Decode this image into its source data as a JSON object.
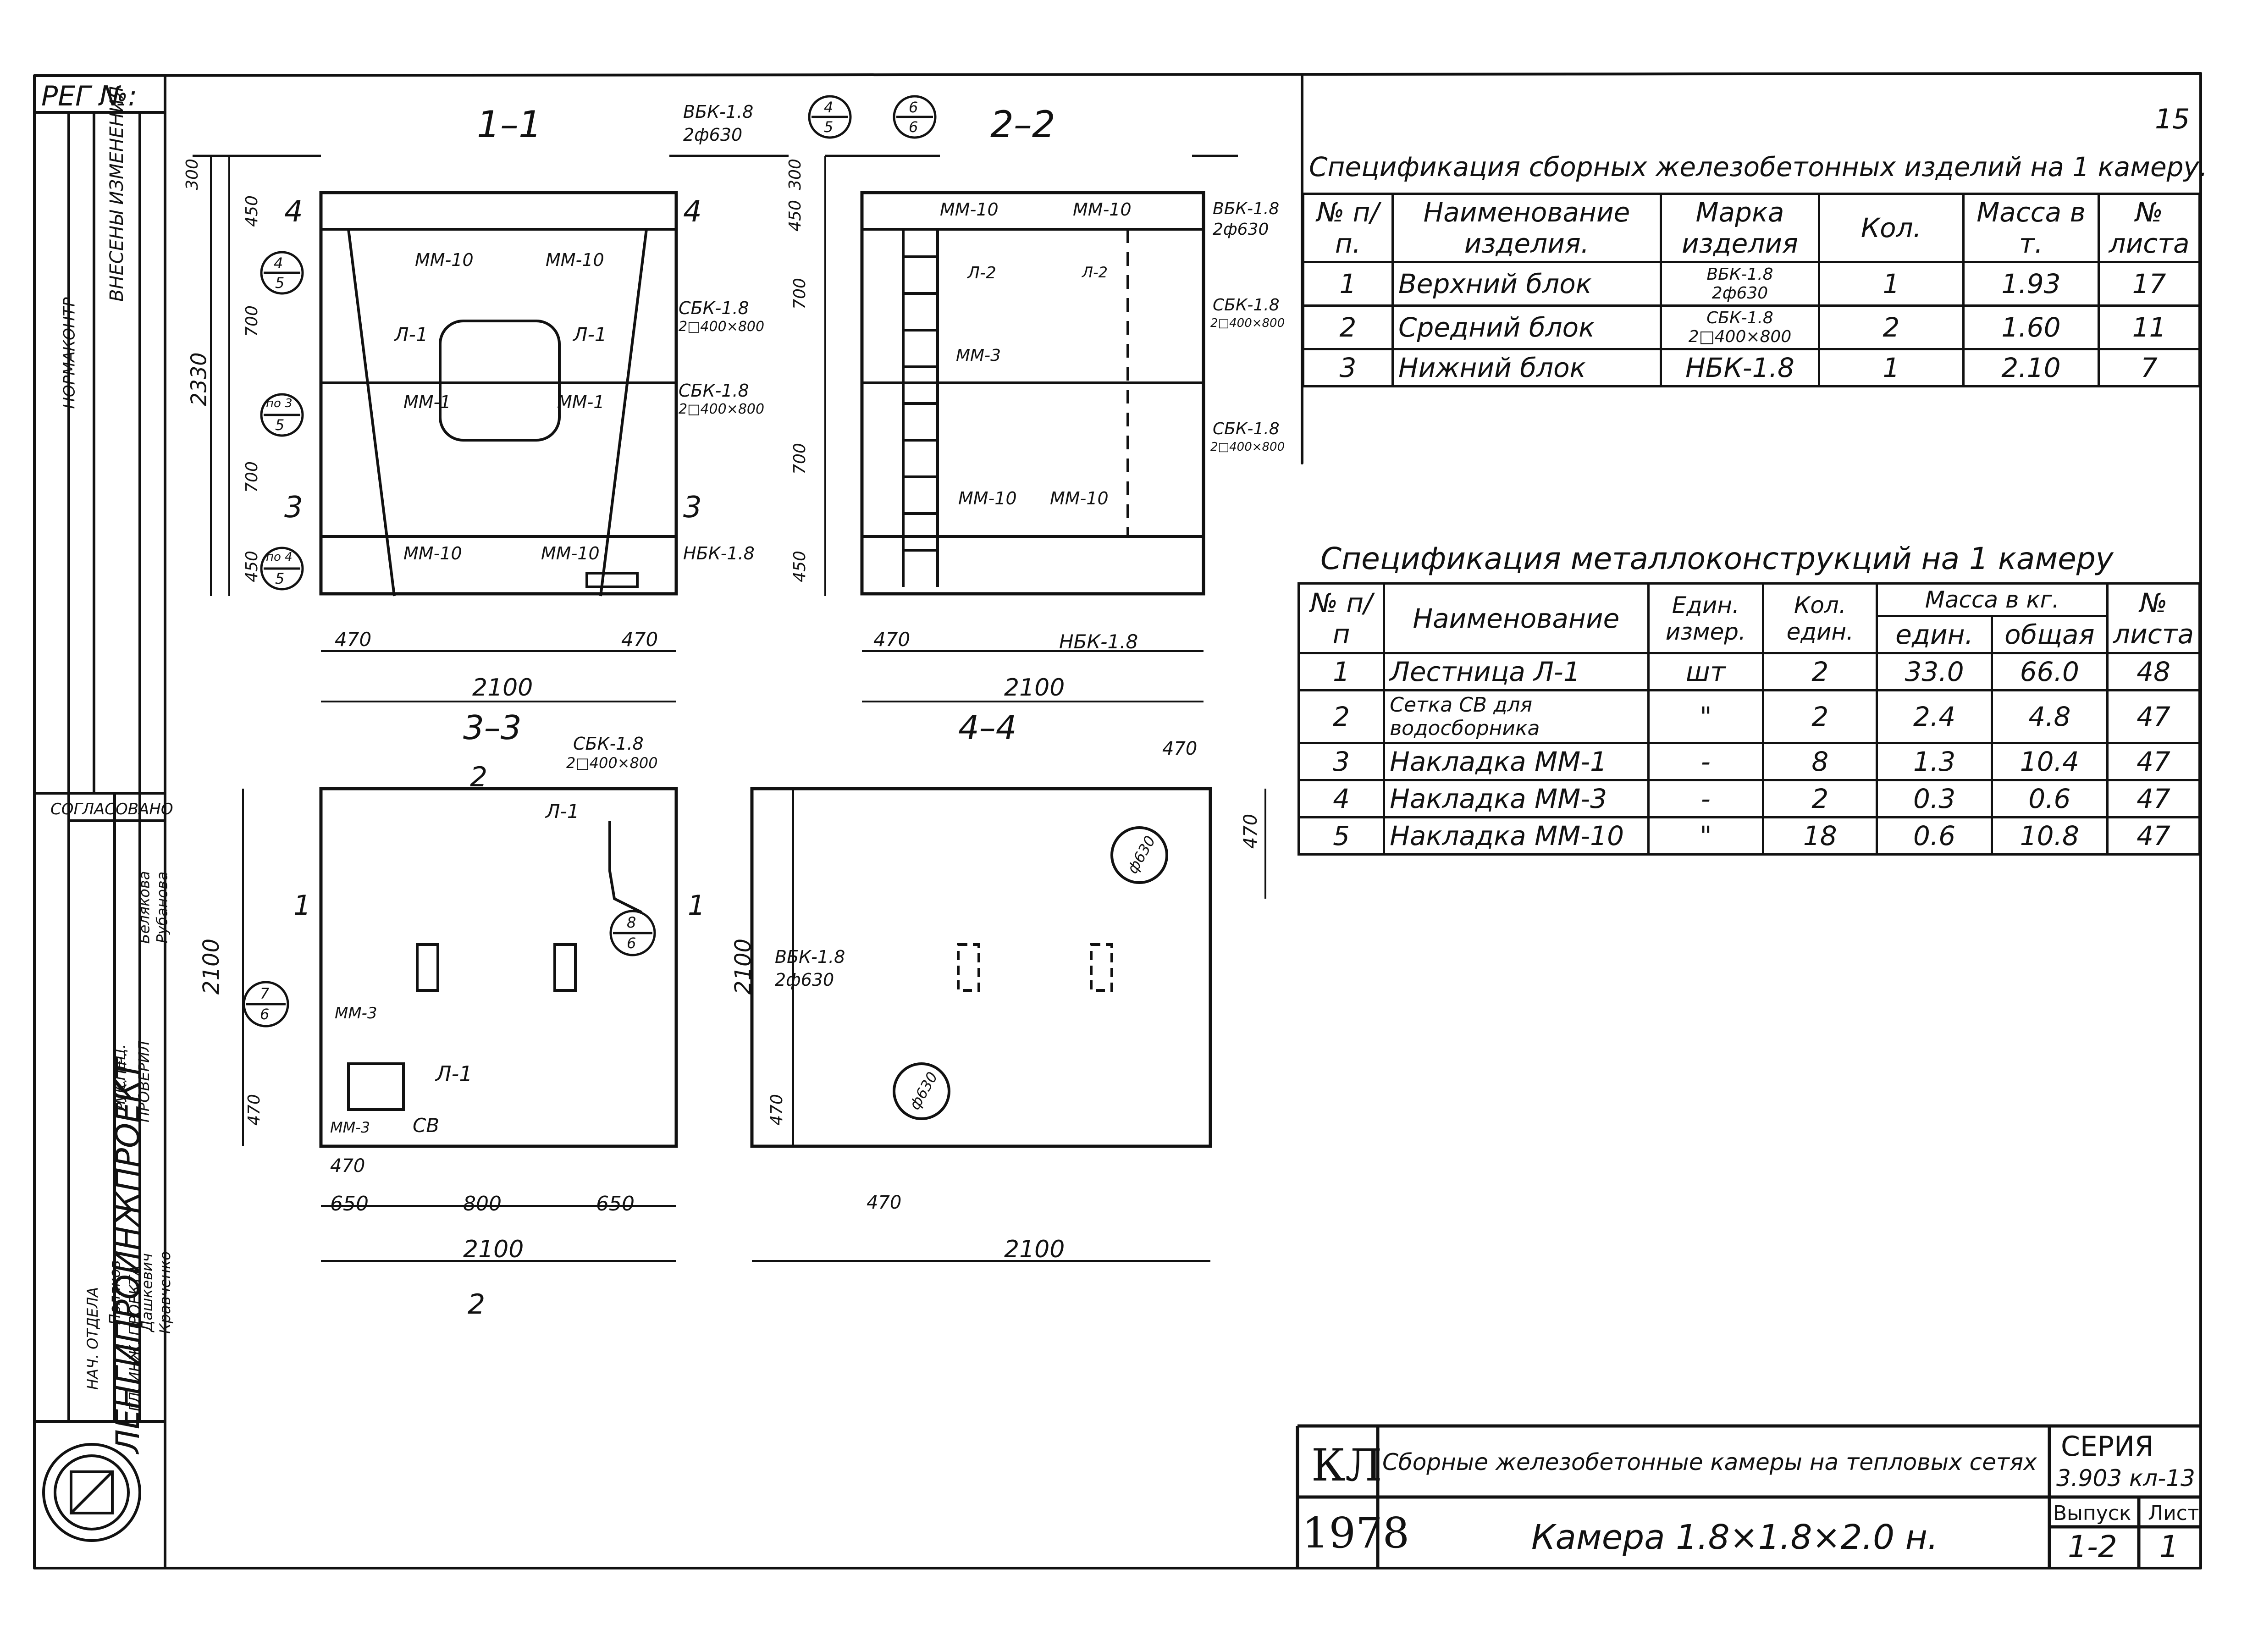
{
  "sheet": {
    "reg_label": "РЕГ №:",
    "sheet_num": "15",
    "left_stamp": {
      "org": "ЛЕНГИПРОИНЖПРОЕКТ",
      "approved": "СОГЛАСОВАНО",
      "normcontrol": "НОРМАКОНТР",
      "changes": "ВНЕСЕНЫ ИЗМЕНЕНИЯ",
      "rows": [
        "НАЧ. ОТДЕЛА",
        "ГЛ. ИНЖ. ПРОЕКТА",
        "ГЛ. СПЕЦ.",
        "РУК. ГР.",
        "ПРОВЕРИЛ"
      ],
      "names": [
        "Поляков",
        "Дашкевич",
        "Кравченко",
        "Белякова",
        "Рубанова"
      ]
    }
  },
  "views": {
    "s11": {
      "title": "1–1",
      "labels": {
        "vbk_a": "ВБК-1.8",
        "vbk_b": "2ф630",
        "sbk1_a": "СБК-1.8",
        "sbk1_b": "2□400×800",
        "sbk2_a": "СБК-1.8",
        "sbk2_b": "2□400×800",
        "nbk": "НБК-1.8",
        "mm10_1": "ММ-10",
        "mm10_2": "ММ-10",
        "mm10_3": "ММ-10",
        "mm10_4": "ММ-10",
        "mm1_1": "ММ-1",
        "mm1_2": "ММ-1",
        "l1_a": "Л-1",
        "l1_b": "Л-1",
        "cut4": "4",
        "cut4r": "4",
        "cut3": "3",
        "cut3r": "3"
      },
      "callouts": {
        "c1": [
          "4",
          "5"
        ],
        "c2": [
          "по 3",
          "5"
        ],
        "c3": [
          "по 4",
          "5"
        ]
      },
      "dims": {
        "d300": "300",
        "d450a": "450",
        "d700a": "700",
        "d700b": "700",
        "d450b": "450",
        "total": "2330",
        "w470a": "470",
        "w470b": "470",
        "w2100": "2100"
      }
    },
    "s22": {
      "title": "2–2",
      "callouts": {
        "c1": [
          "4",
          "5"
        ],
        "c2": [
          "6",
          "6"
        ]
      },
      "labels": {
        "mm10_1": "ММ-10",
        "mm10_2": "ММ-10",
        "mm10_3": "ММ-10",
        "mm10_4": "ММ-10",
        "l2": "Л-2",
        "l2b": "Л-2",
        "mm3": "ММ-3",
        "vbk_a": "ВБК-1.8",
        "vbk_b": "2ф630",
        "sbk1_a": "СБК-1.8",
        "sbk1_b": "2□400×800",
        "sbk2_a": "СБК-1.8",
        "sbk2_b": "2□400×800",
        "nbk": "НБК-1.8"
      },
      "dims": {
        "d300": "300",
        "d450a": "450",
        "d700a": "700",
        "d700b": "700",
        "d450b": "450",
        "w470": "470",
        "w2100": "2100"
      }
    },
    "s33": {
      "title": "3–3",
      "labels": {
        "sbk_a": "СБК-1.8",
        "sbk_b": "2□400×800",
        "l1_top": "Л-1",
        "l1_bot": "Л-1",
        "mm3": "ММ-3",
        "mm3b": "ММ-3",
        "sv": "СВ",
        "cut2": "2",
        "cut2b": "2",
        "cut1": "1",
        "cut1r": "1"
      },
      "callouts": {
        "c1": [
          "8",
          "6"
        ],
        "c2": [
          "7",
          "6"
        ]
      },
      "dims": {
        "h2100": "2100",
        "h470": "470",
        "w470": "470",
        "w650a": "650",
        "w800": "800",
        "w650b": "650",
        "w2100": "2100"
      }
    },
    "s44": {
      "title": "4–4",
      "labels": {
        "vbk_a": "ВБК-1.8",
        "vbk_b": "2ф630",
        "hole1": "ф630",
        "hole2": "ф630"
      },
      "dims": {
        "w470top": "470",
        "h470r": "470",
        "h2100": "2100",
        "h470": "470",
        "w470": "470",
        "w2100": "2100"
      }
    }
  },
  "table1": {
    "title": "Спецификация сборных железобетонных изделий на 1 камеру.",
    "headers": [
      "№ п/п.",
      "Наименование изделия.",
      "Марка изделия",
      "Кол.",
      "Масса в т.",
      "№ листа"
    ],
    "rows": [
      {
        "n": "1",
        "name": "Верхний блок",
        "mark_a": "ВБК-1.8",
        "mark_b": "2ф630",
        "qty": "1",
        "mass": "1.93",
        "sheet": "17"
      },
      {
        "n": "2",
        "name": "Средний блок",
        "mark_a": "СБК-1.8",
        "mark_b": "2□400×800",
        "qty": "2",
        "mass": "1.60",
        "sheet": "11"
      },
      {
        "n": "3",
        "name": "Нижний блок",
        "mark_a": "НБК-1.8",
        "mark_b": "",
        "qty": "1",
        "mass": "2.10",
        "sheet": "7"
      }
    ]
  },
  "table2": {
    "title": "Спецификация металлоконструкций на 1 камеру",
    "headers": {
      "n": "№ п/п",
      "name": "Наименование",
      "unit": "Един. измер.",
      "qty": "Кол. един.",
      "mass": "Масса в кг.",
      "mass_unit": "един.",
      "mass_total": "общая",
      "sheet": "№ листа"
    },
    "rows": [
      {
        "n": "1",
        "name": "Лестница Л-1",
        "unit": "шт",
        "qty": "2",
        "mu": "33.0",
        "mt": "66.0",
        "sheet": "48"
      },
      {
        "n": "2",
        "name": "Сетка СВ для водосборника",
        "unit": "\"",
        "qty": "2",
        "mu": "2.4",
        "mt": "4.8",
        "sheet": "47"
      },
      {
        "n": "3",
        "name": "Накладка ММ-1",
        "unit": "-",
        "qty": "8",
        "mu": "1.3",
        "mt": "10.4",
        "sheet": "47"
      },
      {
        "n": "4",
        "name": "Накладка ММ-3",
        "unit": "-",
        "qty": "2",
        "mu": "0.3",
        "mt": "0.6",
        "sheet": "47"
      },
      {
        "n": "5",
        "name": "Накладка ММ-10",
        "unit": "\"",
        "qty": "18",
        "mu": "0.6",
        "mt": "10.8",
        "sheet": "47"
      }
    ]
  },
  "titleblock": {
    "code": "КЛ",
    "year": "1978",
    "subject": "Сборные железобетонные камеры на тепловых сетях",
    "drawing": "Камера 1.8×1.8×2.0 н.",
    "series_label": "СЕРИЯ",
    "series": "3.903 кл-13",
    "issue_label": "Выпуск",
    "issue": "1-2",
    "sheet_label": "Лист",
    "sheet": "1"
  }
}
